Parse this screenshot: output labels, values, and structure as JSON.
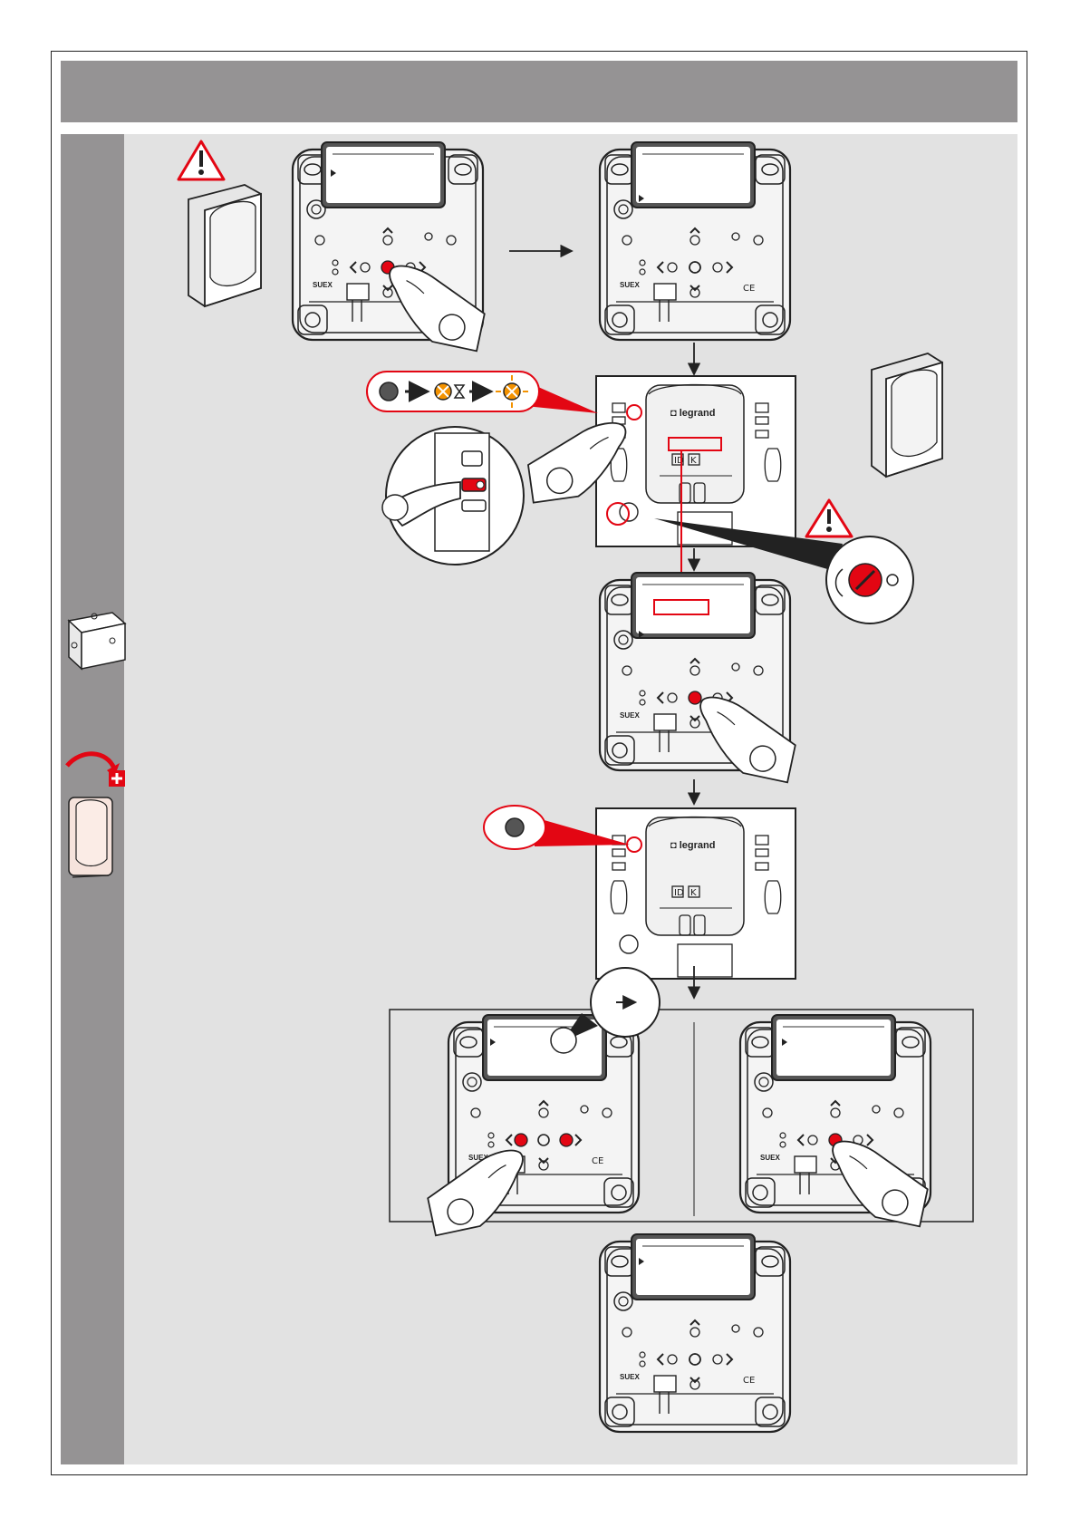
{
  "page": {
    "background": "#ffffff",
    "header_color": "#959394",
    "panel_color": "#e2e2e2",
    "accent_red": "#e30613",
    "accent_orange": "#f39200",
    "ink": "#222222"
  },
  "header": {
    "title": ""
  },
  "device_brand": "legrand",
  "device_markings": {
    "ce": "CE",
    "id_key": "ID",
    "k_key": "K",
    "seal": "SUEX"
  },
  "icons": {
    "warning": "warning-triangle-icon",
    "arrow": "arrow-right-icon",
    "finger": "pointing-finger-icon",
    "led": "led-indicator-icon",
    "hourglass": "hourglass-icon",
    "junction_box": "junction-box-icon",
    "detector": "motion-detector-icon",
    "potentiometer": "potentiometer-icon"
  },
  "led_sequence": [
    "off",
    "orange-blinking",
    "orange-on"
  ]
}
